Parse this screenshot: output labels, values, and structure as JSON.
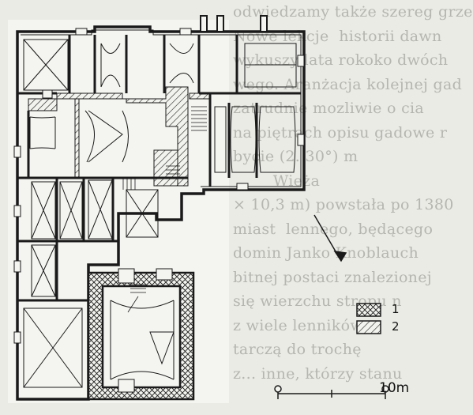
{
  "background_text": [
    "odwiedzamy także szereg grze",
    "Nowe lekcje  historii dawn",
    "wykuszy lata rokoko dwóch",
    "wego. Aranżacja kolejnej gad",
    "zatrudnie mozliwie o cia",
    "na piętrach opisu gadowe r",
    "bycie (2. 30°) m     ",
    "        Wieża       ",
    "× 10,3 m) powstała po 1380",
    "miast  lennego, będącego",
    "domin Janko Knoblauch",
    "bitnej postaci znalezionej",
    "się wierzchu stropu n",
    "z wiele lenników    ",
    "tarczą do trochę ",
    "z... inne, którzy stanu"
  ],
  "legend": {
    "items": [
      {
        "label": "1",
        "pattern": "crosshatch"
      },
      {
        "label": "2",
        "pattern": "diagonal"
      }
    ]
  },
  "scale": {
    "start_label": "0",
    "end_label": "10m"
  },
  "colors": {
    "ink": "#1a1a1a",
    "paper": "#ebebe6",
    "ghost_text": "#b6b6b0"
  }
}
